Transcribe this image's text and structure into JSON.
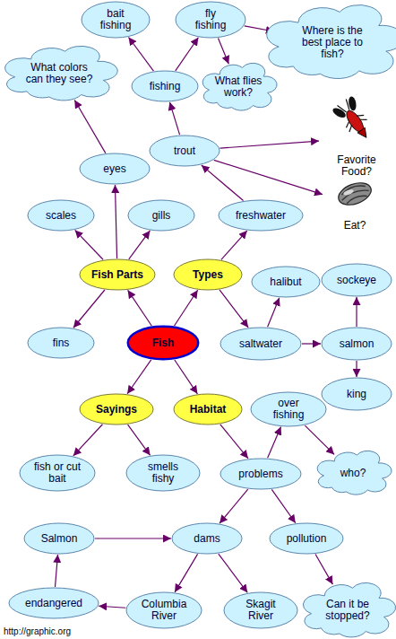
{
  "diagram": {
    "nodes": [
      {
        "text": [
          "bait fishing"
        ]
      },
      {
        "text": [
          "fly fishing"
        ]
      },
      {
        "text": [
          "Where is the best place to fish?"
        ]
      },
      {
        "text": [
          "What colors can they see?"
        ]
      },
      {
        "text": [
          "fishing"
        ]
      },
      {
        "text": [
          "What flies work?"
        ]
      },
      {
        "text": [
          "Favorite Food?"
        ]
      },
      {
        "text": [
          "trout"
        ]
      },
      {
        "text": [
          "eyes"
        ]
      },
      {
        "text": [
          "Eat?"
        ]
      },
      {
        "text": [
          "scales"
        ]
      },
      {
        "text": [
          "gills"
        ]
      },
      {
        "text": [
          "freshwater"
        ]
      },
      {
        "text": [
          "Fish Parts"
        ]
      },
      {
        "text": [
          "Types"
        ]
      },
      {
        "text": [
          "halibut"
        ]
      },
      {
        "text": [
          "sockeye"
        ]
      },
      {
        "text": [
          "fins"
        ]
      },
      {
        "text": [
          "Fish"
        ]
      },
      {
        "text": [
          "saltwater"
        ]
      },
      {
        "text": [
          "salmon"
        ]
      },
      {
        "text": [
          "king"
        ]
      },
      {
        "text": [
          "Sayings"
        ]
      },
      {
        "text": [
          "Habitat"
        ]
      },
      {
        "text": [
          "over fishing"
        ]
      },
      {
        "text": [
          "fish or cut bait"
        ]
      },
      {
        "text": [
          "smells fishy"
        ]
      },
      {
        "text": [
          "problems"
        ]
      },
      {
        "text": [
          "who?"
        ]
      },
      {
        "text": [
          "Salmon"
        ]
      },
      {
        "text": [
          "dams"
        ]
      },
      {
        "text": [
          "pollution"
        ]
      },
      {
        "text": [
          "endangered"
        ]
      },
      {
        "text": [
          "Columbia River"
        ]
      },
      {
        "text": [
          "Skagit River"
        ]
      },
      {
        "text": [
          "Can it be stopped?"
        ]
      }
    ],
    "edges": [
      {
        "from": 18,
        "to": 13,
        "arrow": "to"
      },
      {
        "from": 18,
        "to": 14,
        "arrow": "to"
      },
      {
        "from": 18,
        "to": 22,
        "arrow": "to"
      },
      {
        "from": 18,
        "to": 23,
        "arrow": "to"
      },
      {
        "from": 13,
        "to": 17,
        "arrow": "to"
      },
      {
        "from": 13,
        "to": 10,
        "arrow": "to"
      },
      {
        "from": 13,
        "to": 8,
        "arrow": "to"
      },
      {
        "from": 13,
        "to": 11,
        "arrow": "to"
      },
      {
        "from": 8,
        "to": 3,
        "arrow": "to"
      },
      {
        "from": 14,
        "to": 12,
        "arrow": "to"
      },
      {
        "from": 14,
        "to": 19,
        "arrow": "to"
      },
      {
        "from": 12,
        "to": 7,
        "arrow": "to"
      },
      {
        "from": 7,
        "to": 4,
        "arrow": "to"
      },
      {
        "from": 7,
        "to": 6,
        "arrow": "to"
      },
      {
        "from": 7,
        "to": 9,
        "arrow": "to"
      },
      {
        "from": 4,
        "to": 0,
        "arrow": "to"
      },
      {
        "from": 4,
        "to": 1,
        "arrow": "to"
      },
      {
        "from": 1,
        "to": 2,
        "arrow": "to"
      },
      {
        "from": 1,
        "to": 5,
        "arrow": "to"
      },
      {
        "from": 19,
        "to": 15,
        "arrow": "to"
      },
      {
        "from": 19,
        "to": 20,
        "arrow": "to"
      },
      {
        "from": 20,
        "to": 16,
        "arrow": "to"
      },
      {
        "from": 20,
        "to": 21,
        "arrow": "to"
      },
      {
        "from": 22,
        "to": 25,
        "arrow": "to"
      },
      {
        "from": 22,
        "to": 26,
        "arrow": "to"
      },
      {
        "from": 23,
        "to": 27,
        "arrow": "to"
      },
      {
        "from": 27,
        "to": 24,
        "arrow": "to"
      },
      {
        "from": 24,
        "to": 28,
        "arrow": "to"
      },
      {
        "from": 27,
        "to": 30,
        "arrow": "to"
      },
      {
        "from": 27,
        "to": 31,
        "arrow": "to"
      },
      {
        "from": 29,
        "to": 30,
        "arrow": "to"
      },
      {
        "from": 30,
        "to": 33,
        "arrow": "to"
      },
      {
        "from": 30,
        "to": 34,
        "arrow": "to"
      },
      {
        "from": 33,
        "to": 32,
        "arrow": "to"
      },
      {
        "from": 32,
        "to": 29,
        "arrow": "to"
      },
      {
        "from": 31,
        "to": 35,
        "arrow": "to"
      }
    ],
    "labels": [
      "http://graphic.org"
    ]
  }
}
